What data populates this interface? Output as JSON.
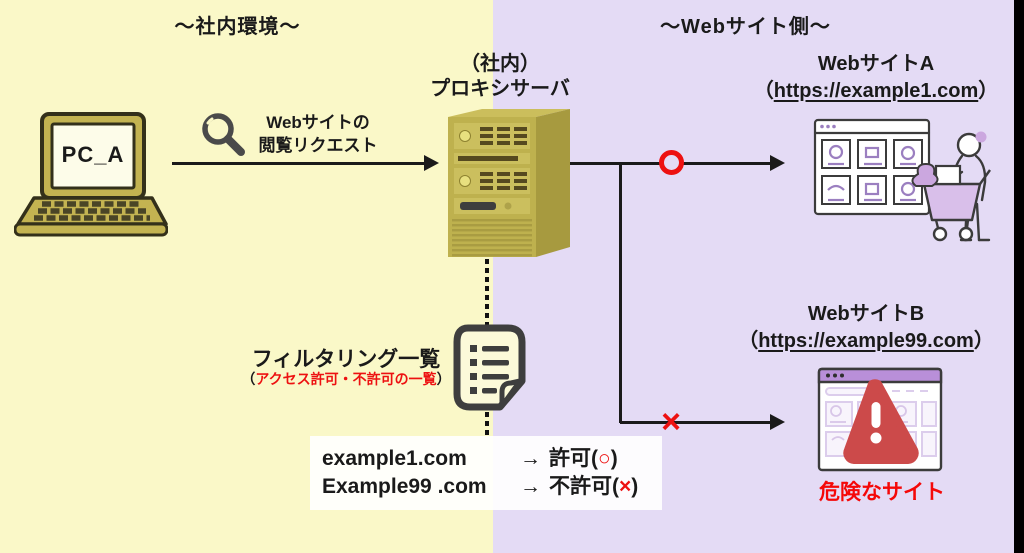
{
  "regions": {
    "left": "～社内環境～",
    "right": "～Webサイト側～"
  },
  "pc": {
    "label": "PC_A"
  },
  "request": {
    "line1": "Webサイトの",
    "line2": "閲覧リクエスト"
  },
  "proxy": {
    "line1": "（社内）",
    "line2": "プロキシサーバ"
  },
  "filter": {
    "title": "フィルタリング一覧",
    "paren_open": "（",
    "subtitle": "アクセス許可・不許可の一覧",
    "paren_close": "）"
  },
  "rules": [
    {
      "domain": "example1.com",
      "arrow": "→",
      "label": "許可(",
      "mark": "○",
      "close": ")"
    },
    {
      "domain": "Example99 .com",
      "arrow": "→",
      "label": "不許可(",
      "mark": "×",
      "close": ")"
    }
  ],
  "site_a": {
    "name": "WebサイトA",
    "paren_open": "（",
    "url": "https://example1.com",
    "paren_close": "）"
  },
  "site_b": {
    "name": "WebサイトB",
    "paren_open": "（",
    "url": "https://example99.com",
    "paren_close": "）",
    "warning": "危険なサイト"
  },
  "marks": {
    "allow": "○",
    "deny": "×"
  },
  "colors": {
    "left_bg": "#FAF8C8",
    "right_bg": "#E4DBF5",
    "red": "#ED1111",
    "olive": "#BEB14E",
    "ink": "#1A1A1A"
  },
  "icons": {
    "request": "magnifier-icon",
    "proxy": "server-tower-icon",
    "filter": "document-list-icon",
    "site_a": "online-shopping-illustration",
    "site_b": "warning-browser-illustration"
  }
}
